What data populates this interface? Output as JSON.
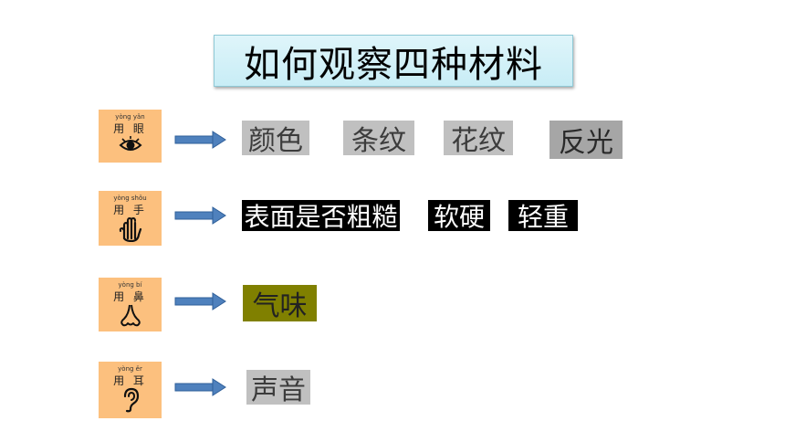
{
  "title": "如何观察四种材料",
  "rows": [
    {
      "sense": {
        "pinyin": "yòng yǎn",
        "hanzi": "用 眼",
        "icon": "eye-icon"
      },
      "items": [
        "颜色",
        "条纹",
        "花纹",
        "反光"
      ]
    },
    {
      "sense": {
        "pinyin": "yòng shǒu",
        "hanzi": "用 手",
        "icon": "hand-icon"
      },
      "items": [
        "表面是否粗糙",
        "软硬",
        "轻重"
      ]
    },
    {
      "sense": {
        "pinyin": "yòng  bí",
        "hanzi": "用 鼻",
        "icon": "nose-icon"
      },
      "items": [
        "气味"
      ]
    },
    {
      "sense": {
        "pinyin": "yòng  ěr",
        "hanzi": "用 耳",
        "icon": "ear-icon"
      },
      "items": [
        "声音"
      ]
    }
  ],
  "colors": {
    "sense_box": "#fcc07e",
    "arrow": "#4f81bd",
    "title_bg": "#c8edf6",
    "gray_tag": "#c0c0c0",
    "black_tag": "#000000",
    "olive_tag": "#808000"
  }
}
